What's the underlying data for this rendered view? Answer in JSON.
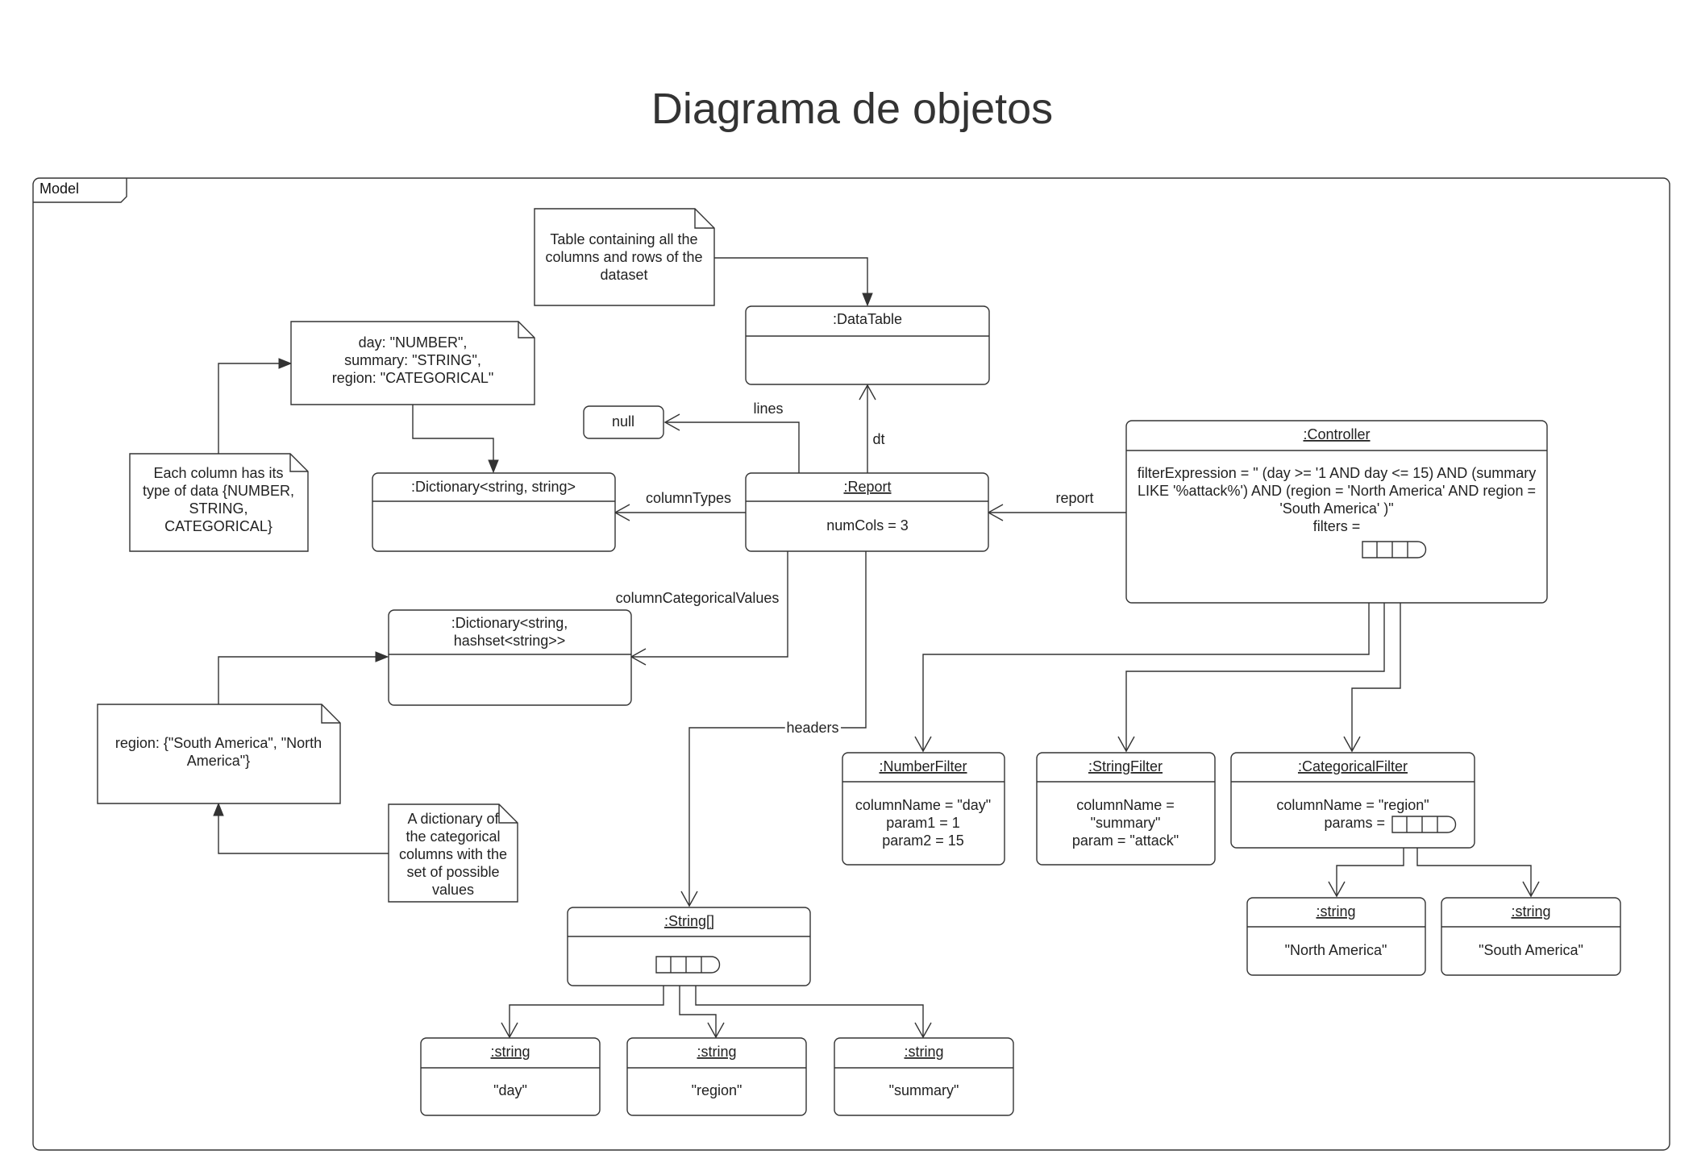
{
  "title": "Diagrama de objetos",
  "frame_label": "Model",
  "notes": {
    "datatable_note": [
      "Table containing all the",
      "columns and rows of the",
      "dataset"
    ],
    "types_note": [
      "day: \"NUMBER\",",
      "summary: \"STRING\",",
      "region: \"CATEGORICAL\""
    ],
    "column_type_note": [
      "Each column has its",
      "type of data {NUMBER,",
      "STRING,",
      "CATEGORICAL}"
    ],
    "region_note": [
      "region: {\"South America\", \"North",
      "America\"}"
    ],
    "dict_note": [
      "A dictionary of",
      "the categorical",
      "columns with the",
      "set of possible",
      "values"
    ]
  },
  "objects": {
    "datatable": {
      "title": ":DataTable"
    },
    "null_obj": {
      "title": "null"
    },
    "dict_types": {
      "title": ":Dictionary<string, string>"
    },
    "report": {
      "title": ":Report",
      "attrs": [
        "numCols = 3"
      ]
    },
    "controller": {
      "title": ":Controller",
      "attrs": [
        "filterExpression = \" (day >= '1 AND day <= 15) AND (summary",
        "LIKE '%attack%') AND (region = 'North America' AND region =",
        "'South America' )\"",
        "filters ="
      ]
    },
    "dict_categorical": {
      "title_lines": [
        ":Dictionary<string,",
        "hashset<string>>"
      ]
    },
    "number_filter": {
      "title": ":NumberFilter",
      "attrs": [
        "columnName = \"day\"",
        "param1 = 1",
        "param2 = 15"
      ]
    },
    "string_filter": {
      "title": ":StringFilter",
      "attrs": [
        "columnName =",
        "\"summary\"",
        "param = \"attack\""
      ]
    },
    "categorical_filter": {
      "title": ":CategoricalFilter",
      "attrs": [
        "columnName = \"region\""
      ],
      "params_label": "params ="
    },
    "string_array": {
      "title": ":String[]"
    },
    "str_day": {
      "title": ":string",
      "value": "\"day\""
    },
    "str_region": {
      "title": ":string",
      "value": "\"region\""
    },
    "str_summary": {
      "title": ":string",
      "value": "\"summary\""
    },
    "str_na": {
      "title": ":string",
      "value": "\"North America\""
    },
    "str_sa": {
      "title": ":string",
      "value": "\"South America\""
    }
  },
  "edge_labels": {
    "lines": "lines",
    "dt": "dt",
    "column_types": "columnTypes",
    "report": "report",
    "column_categorical_values": "columnCategoricalValues",
    "headers": "headers"
  }
}
